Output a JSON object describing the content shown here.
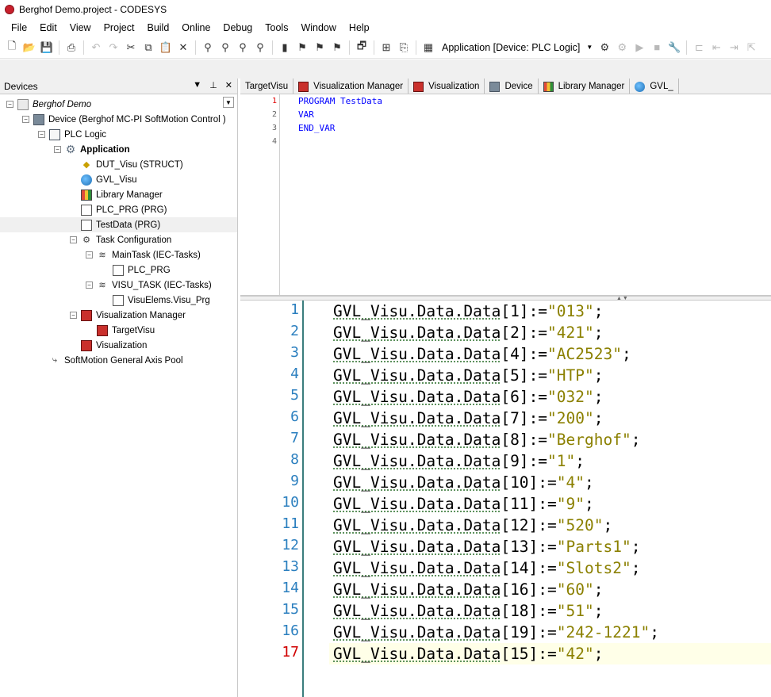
{
  "window": {
    "title": "Berghof Demo.project - CODESYS"
  },
  "menu": [
    "File",
    "Edit",
    "View",
    "Project",
    "Build",
    "Online",
    "Debug",
    "Tools",
    "Window",
    "Help"
  ],
  "toolbar": {
    "active_application": "Application [Device: PLC Logic]"
  },
  "devices_panel": {
    "title": "Devices",
    "tree": [
      {
        "label": "Berghof Demo",
        "indent": 0,
        "toggle": "-",
        "icon": "project-icon",
        "style": "ital"
      },
      {
        "label": "Device (Berghof MC-PI SoftMotion Control )",
        "indent": 1,
        "toggle": "-",
        "icon": "device-icon"
      },
      {
        "label": "PLC Logic",
        "indent": 2,
        "toggle": "-",
        "icon": "plc-icon"
      },
      {
        "label": "Application",
        "indent": 3,
        "toggle": "-",
        "icon": "gear-icon",
        "style": "bold"
      },
      {
        "label": "DUT_Visu (STRUCT)",
        "indent": 4,
        "toggle": "",
        "icon": "dut-icon"
      },
      {
        "label": "GVL_Visu",
        "indent": 4,
        "toggle": "",
        "icon": "gvl-icon"
      },
      {
        "label": "Library Manager",
        "indent": 4,
        "toggle": "",
        "icon": "library-icon"
      },
      {
        "label": "PLC_PRG (PRG)",
        "indent": 4,
        "toggle": "",
        "icon": "program-icon"
      },
      {
        "label": "TestData (PRG)",
        "indent": 4,
        "toggle": "",
        "icon": "program-icon",
        "selected": true
      },
      {
        "label": "Task Configuration",
        "indent": 4,
        "toggle": "-",
        "icon": "task-config-icon"
      },
      {
        "label": "MainTask (IEC-Tasks)",
        "indent": 5,
        "toggle": "-",
        "icon": "task-icon"
      },
      {
        "label": "PLC_PRG",
        "indent": 6,
        "toggle": "",
        "icon": "program-call-icon"
      },
      {
        "label": "VISU_TASK (IEC-Tasks)",
        "indent": 5,
        "toggle": "-",
        "icon": "task-icon"
      },
      {
        "label": "VisuElems.Visu_Prg",
        "indent": 6,
        "toggle": "",
        "icon": "program-call-icon"
      },
      {
        "label": "Visualization Manager",
        "indent": 4,
        "toggle": "-",
        "icon": "visu-manager-icon"
      },
      {
        "label": "TargetVisu",
        "indent": 5,
        "toggle": "",
        "icon": "target-visu-icon"
      },
      {
        "label": "Visualization",
        "indent": 4,
        "toggle": "",
        "icon": "visualization-icon"
      },
      {
        "label": "SoftMotion General Axis Pool",
        "indent": 2,
        "toggle": "",
        "icon": "axis-pool-icon"
      }
    ]
  },
  "tabs": [
    {
      "label": "TargetVisu",
      "icon": ""
    },
    {
      "label": "Visualization Manager",
      "icon": "visu-manager-icon"
    },
    {
      "label": "Visualization",
      "icon": "visualization-icon"
    },
    {
      "label": "Device",
      "icon": "device-icon"
    },
    {
      "label": "Library Manager",
      "icon": "library-icon"
    },
    {
      "label": "GVL_",
      "icon": "gvl-icon"
    }
  ],
  "declaration": [
    {
      "n": "1",
      "code": "PROGRAM TestData"
    },
    {
      "n": "2",
      "code": "VAR"
    },
    {
      "n": "3",
      "code": "END_VAR"
    },
    {
      "n": "4",
      "code": ""
    }
  ],
  "implementation": [
    {
      "n": "1",
      "prefix": "GVL_Visu.Data.Data",
      "idx": "[1]",
      "val": "\"013\""
    },
    {
      "n": "2",
      "prefix": "GVL_Visu.Data.Data",
      "idx": "[2]",
      "val": "\"421\""
    },
    {
      "n": "3",
      "prefix": "GVL_Visu.Data.Data",
      "idx": "[4]",
      "val": "\"AC2523\""
    },
    {
      "n": "4",
      "prefix": "GVL_Visu.Data.Data",
      "idx": "[5]",
      "val": "\"HTP\""
    },
    {
      "n": "5",
      "prefix": "GVL_Visu.Data.Data",
      "idx": "[6]",
      "val": "\"032\""
    },
    {
      "n": "6",
      "prefix": "GVL_Visu.Data.Data",
      "idx": "[7]",
      "val": "\"200\""
    },
    {
      "n": "7",
      "prefix": "GVL_Visu.Data.Data",
      "idx": "[8]",
      "val": "\"Berghof\""
    },
    {
      "n": "8",
      "prefix": "GVL_Visu.Data.Data",
      "idx": "[9]",
      "val": "\"1\""
    },
    {
      "n": "9",
      "prefix": "GVL_Visu.Data.Data",
      "idx": "[10]",
      "val": "\"4\""
    },
    {
      "n": "10",
      "prefix": "GVL_Visu.Data.Data",
      "idx": "[11]",
      "val": "\"9\""
    },
    {
      "n": "11",
      "prefix": "GVL_Visu.Data.Data",
      "idx": "[12]",
      "val": "\"520\""
    },
    {
      "n": "12",
      "prefix": "GVL_Visu.Data.Data",
      "idx": "[13]",
      "val": "\"Parts1\""
    },
    {
      "n": "13",
      "prefix": "GVL_Visu.Data.Data",
      "idx": "[14]",
      "val": "\"Slots2\""
    },
    {
      "n": "14",
      "prefix": "GVL_Visu.Data.Data",
      "idx": "[16]",
      "val": "\"60\""
    },
    {
      "n": "15",
      "prefix": "GVL_Visu.Data.Data",
      "idx": "[18]",
      "val": "\"51\""
    },
    {
      "n": "16",
      "prefix": "GVL_Visu.Data.Data",
      "idx": "[19]",
      "val": "\"242-1221\""
    },
    {
      "n": "17",
      "prefix": "GVL_Visu.Data.Data",
      "idx": "[15]",
      "val": "\"42\"",
      "current": true
    }
  ]
}
